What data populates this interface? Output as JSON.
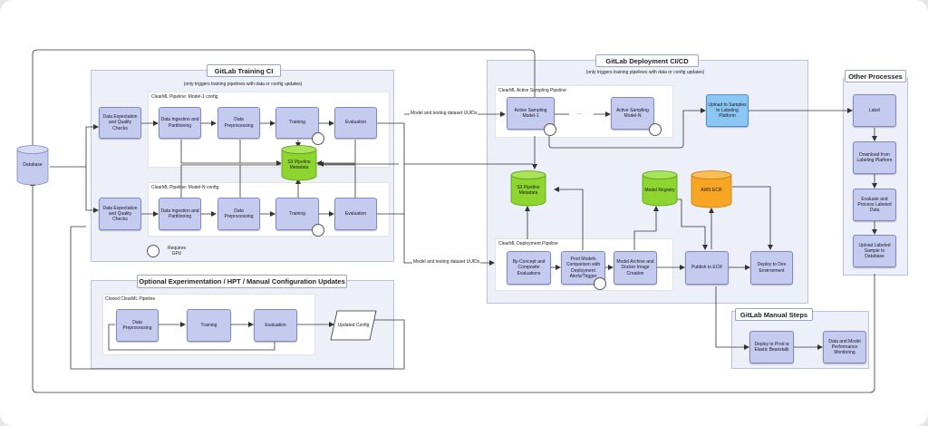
{
  "colors": {
    "process": "#c5cbee",
    "region": "#edf0f9",
    "s3": "#8ed62f",
    "ecr": "#f6a623",
    "upload": "#8cc7f3"
  },
  "database": "Database",
  "training_ci": {
    "title": "GitLab Training CI",
    "subtitle": "(only triggers training pipelines with data or config updates)",
    "pipeline1": {
      "label": "ClearML Pipeline: Model-1 config",
      "steps": [
        "Data Expectation and Quality Checks",
        "Data Ingestion and Partitioning",
        "Data Preprocessing",
        "Training",
        "Evaluation"
      ]
    },
    "pipelineN": {
      "label": "ClearML Pipeline: Model-N config",
      "steps": [
        "Data Expectation and Quality Checks",
        "Data Ingestion and Partitioning",
        "Data Preprocessing",
        "Training",
        "Evaluation"
      ]
    },
    "s3": "S3 Pipeline Metadata",
    "gpu_legend": "Requires GPU"
  },
  "experimentation": {
    "title": "Optional Experimentation / HPT / Manual Configuration Updates",
    "pipeline_label": "Cloned ClearML Pipeline",
    "steps": [
      "Data Preprocessing",
      "Training",
      "Evaluation"
    ],
    "output": "Updated Config"
  },
  "edge_labels": {
    "uuids_top": "Model and testing dataset UUIDs",
    "uuids_bottom": "Model and testing dataset UUIDs"
  },
  "deployment_cd": {
    "title": "GitLab Deployment CI/CD",
    "subtitle": "(only triggers training pipelines with data or config updates)",
    "active_label": "ClearML Active Sampling Pipeline",
    "active_steps": [
      "Active Sampling Model-1",
      "...",
      "Active Sampling Model-N"
    ],
    "upload": "Upload to Samples to Labeling Platform",
    "s3": "S3 Pipeline Metadata",
    "registry": "Model Registry",
    "ecr": "AWS ECR",
    "deploy_label": "ClearML Deployment Pipeline",
    "deploy_steps": [
      "By-Concept and Composite Evaluations",
      "Prod Models Comparison with Deployment Alerts/Trigger",
      "Model Archive and Docker Image Creation"
    ],
    "publish": "Publish to ECR",
    "deploy_dev": "Deploy to Dev Environment"
  },
  "manual_steps": {
    "title": "GitLab Manual Steps",
    "deploy_prod": "Deploy to Prod w Elastic Beanstalk",
    "monitoring": "Data and Model Performance Monitoring"
  },
  "other_processes": {
    "title": "Other Processes",
    "steps": [
      "Label",
      "Download from Labeling Platform",
      "Evaluate and Process Labeled Data",
      "Upload Labeled Sample to Database"
    ]
  }
}
